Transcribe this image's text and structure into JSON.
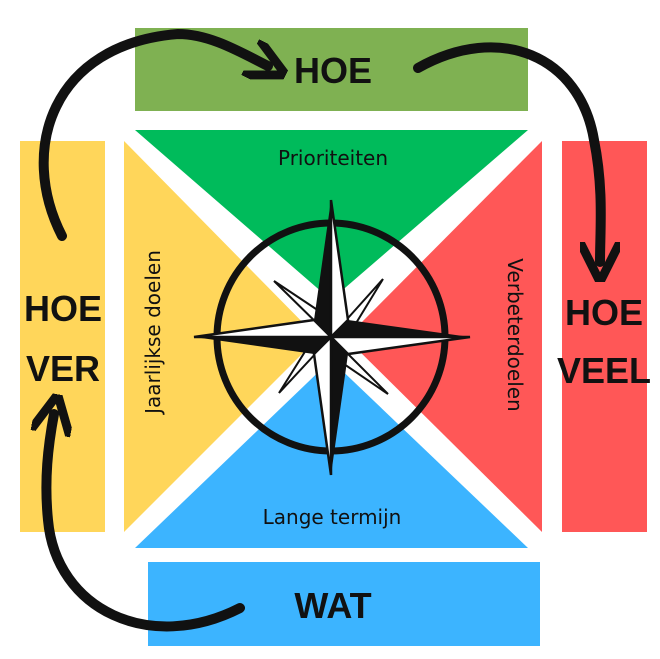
{
  "colors": {
    "green": "#7fb152",
    "green_triangle": "#00bb5b",
    "yellow": "#ffd65a",
    "red": "#ff5757",
    "blue": "#3cb4ff",
    "ink": "#111111"
  },
  "labels": {
    "top": "HOE",
    "left_line1": "HOE",
    "left_line2": "VER",
    "right_line1": "HOE",
    "right_line2": "VEEL",
    "bottom": "WAT",
    "tri_top": "Prioriteiten",
    "tri_left": "Jaarlijkse doelen",
    "tri_right": "Verbeterdoelen",
    "tri_bottom": "Lange termijn"
  },
  "icons": {
    "center": "compass-rose-icon",
    "flow": "curved-arrow-icon"
  }
}
